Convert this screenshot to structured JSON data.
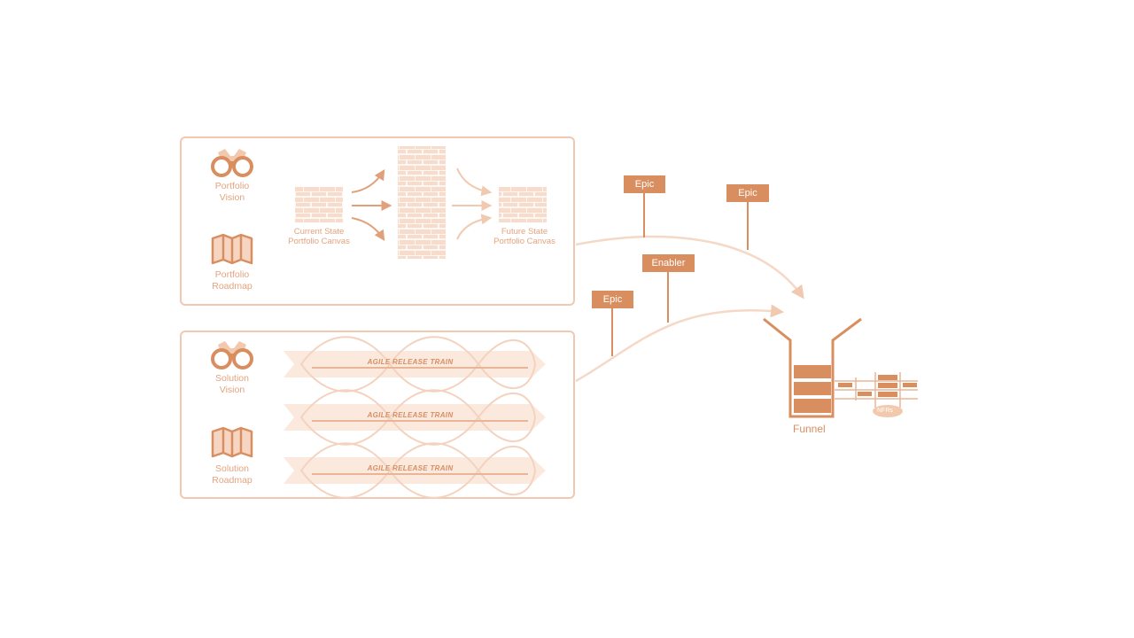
{
  "portfolio": {
    "vision_label_1": "Portfolio",
    "vision_label_2": "Vision",
    "roadmap_label_1": "Portfolio",
    "roadmap_label_2": "Roadmap",
    "current_state_1": "Current State",
    "current_state_2": "Portfolio Canvas",
    "future_state_1": "Future State",
    "future_state_2": "Portfolio Canvas"
  },
  "solution": {
    "vision_label_1": "Solution",
    "vision_label_2": "Vision",
    "roadmap_label_1": "Solution",
    "roadmap_label_2": "Roadmap",
    "trains": [
      "AGILE RELEASE TRAIN",
      "AGILE RELEASE TRAIN",
      "AGILE RELEASE TRAIN"
    ]
  },
  "flags": [
    {
      "label": "Epic"
    },
    {
      "label": "Epic"
    },
    {
      "label": "Enabler"
    },
    {
      "label": "Epic"
    }
  ],
  "funnel": {
    "label": "Funnel",
    "nfr_label": "NFRs"
  },
  "colors": {
    "primary": "#d98e60",
    "light": "#f5d8c6",
    "border": "#f0c9b0"
  }
}
